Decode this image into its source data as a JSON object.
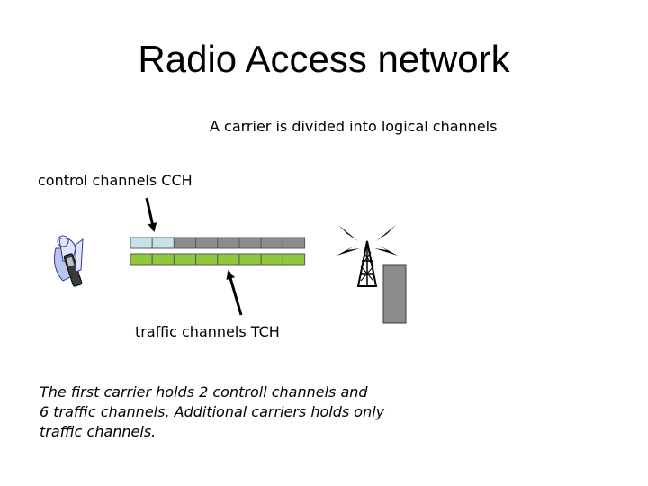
{
  "slide": {
    "title": "Radio Access network",
    "subtitle": "A carrier is divided into logical channels",
    "cch_label": "control channels CCH",
    "tch_label": "traffic channels  TCH",
    "note_lines": [
      "The first carrier holds 2 controll channels and",
      "6 traffic channels. Additional carriers holds only",
      "traffic channels."
    ]
  },
  "carriers": {
    "first": {
      "control_count": 2,
      "traffic_count": 6
    },
    "additional": {
      "traffic_count": 8
    }
  },
  "colors": {
    "control_slot": "#c6e2ea",
    "traffic_slot_first": "#8c8c8c",
    "traffic_slot_additional": "#8fc83a",
    "slot_border": "#5a5a5a",
    "tower_block": "#8c8c8c"
  },
  "icons": {
    "phone": "mobile-phone-icon",
    "tower": "radio-tower-icon"
  }
}
